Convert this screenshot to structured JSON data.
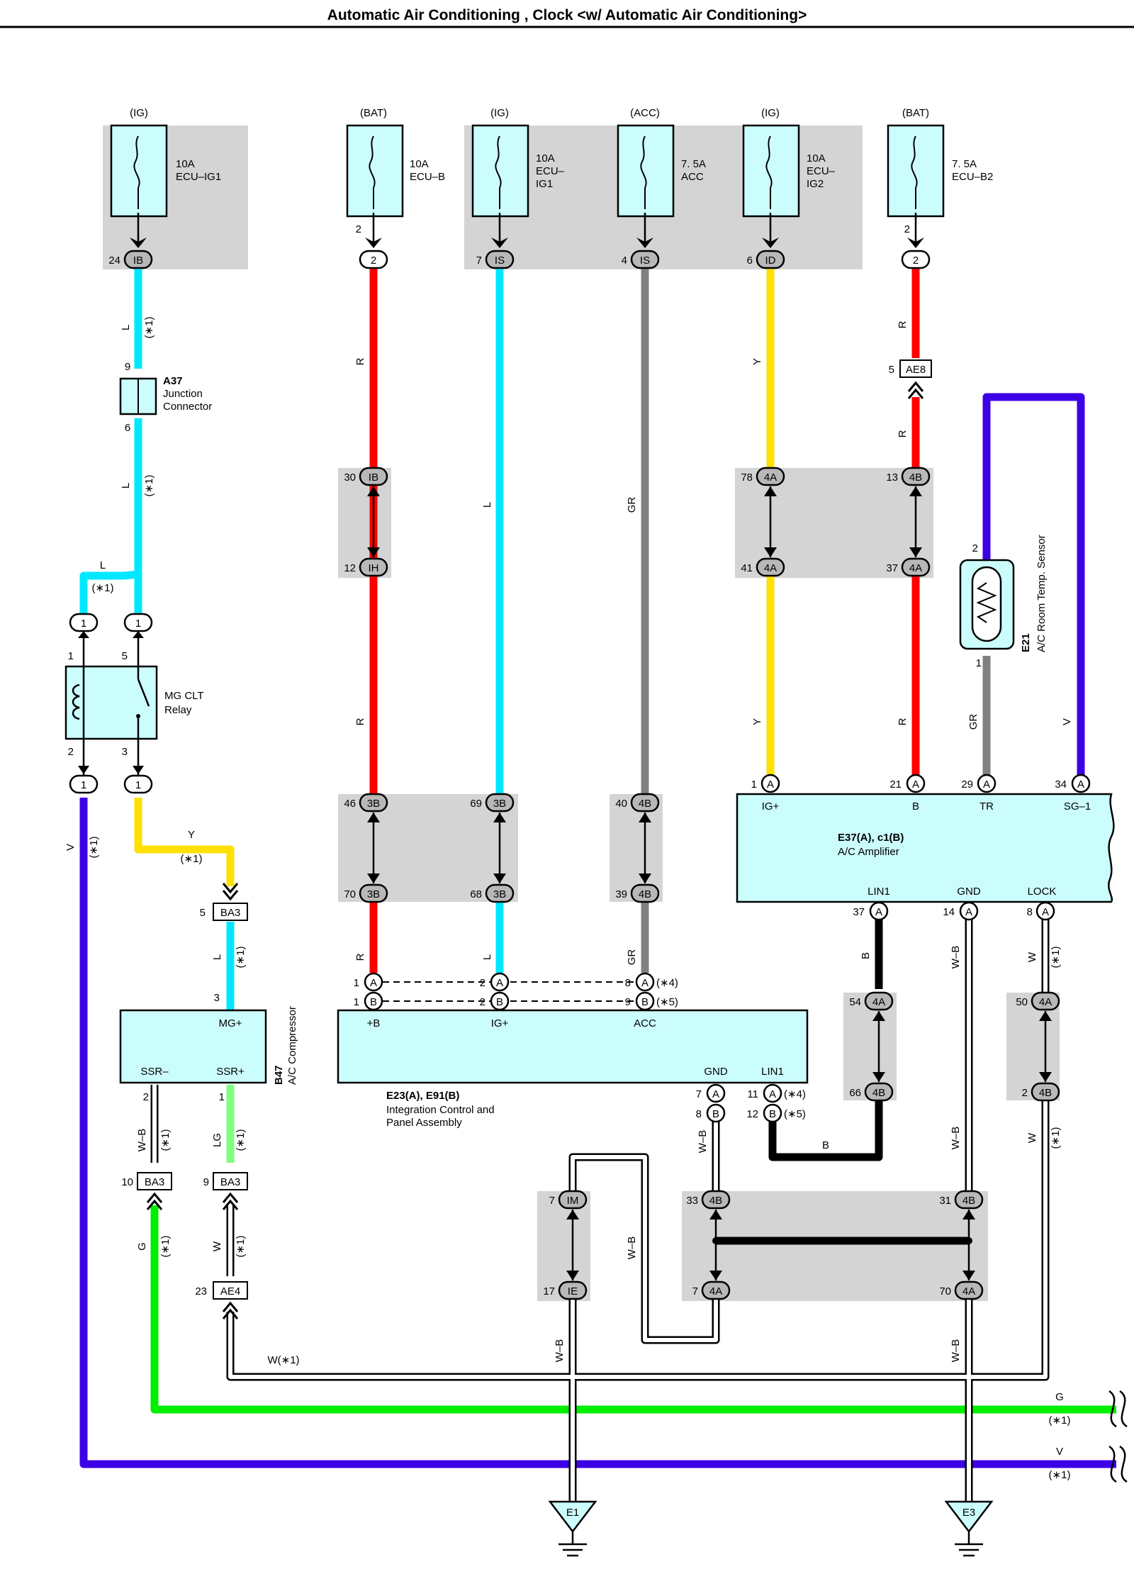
{
  "title": "Automatic Air Conditioning , Clock <w/ Automatic Air Conditioning>",
  "power_sources": [
    {
      "supply": "(IG)",
      "rating": "10A",
      "name1": "ECU–IG1",
      "name2": "",
      "name3": "",
      "pin": "24",
      "connector": "IB"
    },
    {
      "supply": "(BAT)",
      "rating": "10A",
      "name1": "ECU–B",
      "name2": "",
      "name3": "",
      "pin": "2",
      "connector": "2"
    },
    {
      "supply": "(IG)",
      "rating": "10A",
      "name1": "ECU–",
      "name2": "IG1",
      "name3": "",
      "pin": "7",
      "connector": "IS"
    },
    {
      "supply": "(ACC)",
      "rating": "7. 5A",
      "name1": "ACC",
      "name2": "",
      "name3": "",
      "pin": "4",
      "connector": "IS"
    },
    {
      "supply": "(IG)",
      "rating": "10A",
      "name1": "ECU–",
      "name2": "IG2",
      "name3": "",
      "pin": "6",
      "connector": "ID"
    },
    {
      "supply": "(BAT)",
      "rating": "7. 5A",
      "name1": "ECU–B2",
      "name2": "",
      "name3": "",
      "pin": "2",
      "connector": "2"
    }
  ],
  "fuse_pin_top": "2",
  "components": {
    "a37": {
      "id": "A37",
      "name1": "Junction",
      "name2": "Connector",
      "pin_top": "9",
      "pin_bottom": "6"
    },
    "relay": {
      "name1": "MG CLT",
      "name2": "Relay",
      "pins": [
        "1",
        "5",
        "2",
        "3"
      ],
      "conn": "1"
    },
    "compressor": {
      "id": "B47",
      "name": "A/C Compressor",
      "mg": "MG+",
      "ssr_minus": "SSR–",
      "ssr_plus": "SSR+",
      "pin_mg": "3",
      "pin_minus": "2",
      "pin_plus": "1"
    },
    "integration": {
      "id": "E23(A), E91(B)",
      "name1": "Integration Control and",
      "name2": "Panel Assembly",
      "t_b": "+B",
      "t_ig": "IG+",
      "t_acc": "ACC",
      "t_gnd": "GND",
      "t_lin": "LIN1"
    },
    "amplifier": {
      "id": "E37(A), c1(B)",
      "name": "A/C Amplifier",
      "t_ig": "IG+",
      "t_b": "B",
      "t_tr": "TR",
      "t_sg": "SG–1",
      "t_lin": "LIN1",
      "t_gnd": "GND",
      "t_lock": "LOCK"
    },
    "sensor": {
      "id": "E21",
      "name": "A/C Room Temp.  Sensor",
      "pin_top": "2",
      "pin_bottom": "1"
    },
    "grounds": [
      "E1",
      "E3"
    ]
  },
  "wire_labels": {
    "L": "L",
    "R": "R",
    "GR": "GR",
    "Y": "Y",
    "V": "V",
    "B": "B",
    "W": "W",
    "G": "G",
    "WB": "W–B",
    "LG": "LG",
    "n1": "(∗1)",
    "n4": "(∗4)",
    "n5": "(∗5)",
    "W1": "W(∗1)"
  },
  "connectors": {
    "IB": "IB",
    "IH": "IH",
    "3B": "3B",
    "4B": "4B",
    "4A": "4A",
    "BA3": "BA3",
    "AE4": "AE4",
    "AE8": "AE8",
    "IM": "IM",
    "IE": "IE",
    "A": "A",
    "B": "B",
    "one": "1"
  },
  "pins": {
    "p30": "30",
    "p12": "12",
    "p46": "46",
    "p70": "70",
    "p69": "69",
    "p68": "68",
    "p40": "40",
    "p39": "39",
    "p78": "78",
    "p41": "41",
    "p13": "13",
    "p37": "37",
    "p5": "5",
    "p1": "1",
    "p2": "2",
    "p8": "8",
    "p9": "9",
    "p7": "7",
    "p11": "11",
    "p21": "21",
    "p29": "29",
    "p34": "34",
    "p14": "14",
    "p54": "54",
    "p66": "66",
    "p50": "50",
    "p10": "10",
    "p23": "23",
    "p17": "17",
    "p33": "33",
    "p31": "31",
    "p12b": "12"
  },
  "colors": {
    "L": "#00e8ff",
    "R": "#ff0000",
    "GR": "#808080",
    "Y": "#ffe000",
    "V": "#3c00e6",
    "B": "#000000",
    "G": "#00ee00",
    "LG": "#80ff80",
    "component": "#ccfdfd",
    "shade": "#d4d4d4"
  }
}
